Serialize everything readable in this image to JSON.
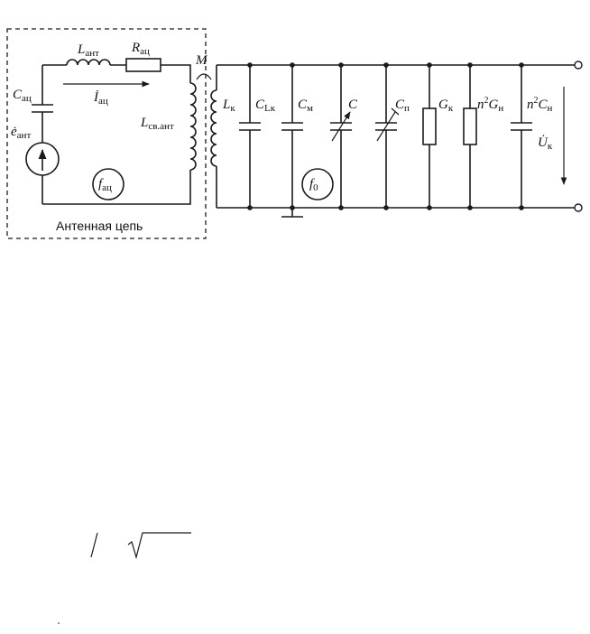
{
  "antenna_circuit": {
    "caption": "Антенная цепь",
    "L_ant": {
      "sym": "L",
      "sub": "ант"
    },
    "R_ac": {
      "sym": "R",
      "sub": "ац"
    },
    "C_ac": {
      "sym": "C",
      "sub": "ац"
    },
    "I_ac": {
      "sym": "İ",
      "sub": "ац"
    },
    "e_ant": {
      "sym": "ė",
      "sub": "ант"
    },
    "L_sv": {
      "sym": "L",
      "sub": "св.ант"
    },
    "f_ac": {
      "sym": "f",
      "sub": "ац"
    }
  },
  "coupling": {
    "sym": "M"
  },
  "tank_circuit": {
    "L_k": {
      "sym": "L",
      "sub": "к"
    },
    "C_Lk": {
      "sym": "C",
      "sub": "Lк"
    },
    "C_m": {
      "sym": "C",
      "sub": "м"
    },
    "C": {
      "sym": "C"
    },
    "C_p": {
      "sym": "C",
      "sub": "п"
    },
    "G_k": {
      "sym": "G",
      "sub": "к"
    },
    "n2G_n": {
      "sym": "n",
      "sup": "2",
      "sym2": "G",
      "sub": "н"
    },
    "n2C_n": {
      "sym": "n",
      "sup": "2",
      "sym2": "C",
      "sub": "н"
    },
    "f_0": {
      "sym": "f",
      "sub": "0"
    },
    "U_k": {
      "sym": "U̇",
      "sub": "к"
    }
  },
  "icons": [
    "voltage-source-icon",
    "ground-icon",
    "inductor-icon",
    "capacitor-icon",
    "resistor-icon",
    "variable-capacitor-icon"
  ]
}
